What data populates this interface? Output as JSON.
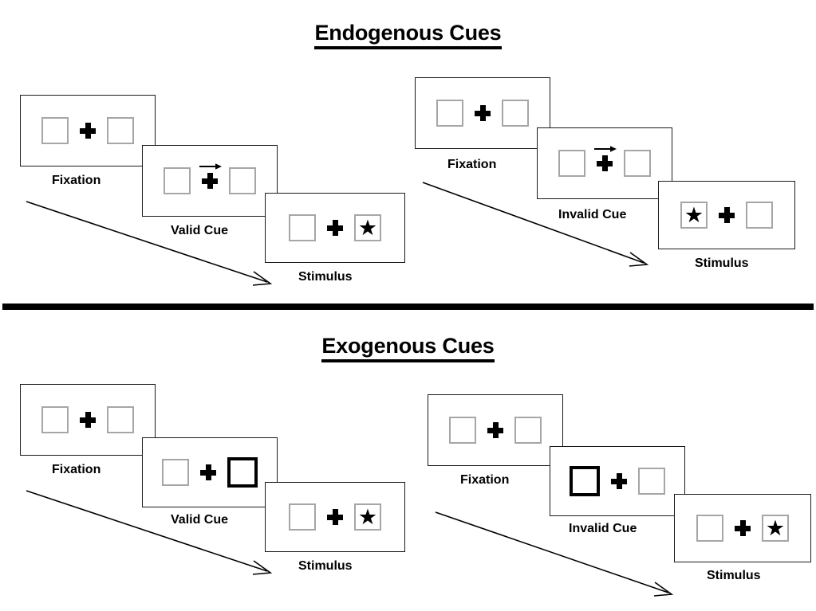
{
  "figure": {
    "background_color": "#ffffff",
    "ink_color": "#000000",
    "placeholder_border_color": "#a6a6a6",
    "cued_border_color": "#000000"
  },
  "sections": [
    {
      "id": "endogenous",
      "title": "Endogenous Cues",
      "conditions": [
        {
          "id": "endogenous-valid",
          "frames": [
            {
              "id": "endo-valid-fixation",
              "label": "Fixation",
              "left_box": {
                "state": "empty",
                "content": ""
              },
              "right_box": {
                "state": "empty",
                "content": ""
              },
              "center": "plus",
              "cue_arrow": "none"
            },
            {
              "id": "endo-valid-cue",
              "label": "Valid Cue",
              "left_box": {
                "state": "empty",
                "content": ""
              },
              "right_box": {
                "state": "empty",
                "content": ""
              },
              "center": "plus",
              "cue_arrow": "right"
            },
            {
              "id": "endo-valid-stimulus",
              "label": "Stimulus",
              "left_box": {
                "state": "empty",
                "content": ""
              },
              "right_box": {
                "state": "target",
                "content": "★"
              },
              "center": "plus",
              "cue_arrow": "none"
            }
          ]
        },
        {
          "id": "endogenous-invalid",
          "frames": [
            {
              "id": "endo-invalid-fixation",
              "label": "Fixation",
              "left_box": {
                "state": "empty",
                "content": ""
              },
              "right_box": {
                "state": "empty",
                "content": ""
              },
              "center": "plus",
              "cue_arrow": "none"
            },
            {
              "id": "endo-invalid-cue",
              "label": "Invalid Cue",
              "left_box": {
                "state": "empty",
                "content": ""
              },
              "right_box": {
                "state": "empty",
                "content": ""
              },
              "center": "plus",
              "cue_arrow": "right"
            },
            {
              "id": "endo-invalid-stimulus",
              "label": "Stimulus",
              "left_box": {
                "state": "target",
                "content": "★"
              },
              "right_box": {
                "state": "empty",
                "content": ""
              },
              "center": "plus",
              "cue_arrow": "none"
            }
          ]
        }
      ]
    },
    {
      "id": "exogenous",
      "title": "Exogenous Cues",
      "conditions": [
        {
          "id": "exogenous-valid",
          "frames": [
            {
              "id": "exo-valid-fixation",
              "label": "Fixation",
              "left_box": {
                "state": "empty",
                "content": ""
              },
              "right_box": {
                "state": "empty",
                "content": ""
              },
              "center": "plus",
              "cue_arrow": "none"
            },
            {
              "id": "exo-valid-cue",
              "label": "Valid Cue",
              "left_box": {
                "state": "empty",
                "content": ""
              },
              "right_box": {
                "state": "cued",
                "content": ""
              },
              "center": "plus",
              "cue_arrow": "none"
            },
            {
              "id": "exo-valid-stimulus",
              "label": "Stimulus",
              "left_box": {
                "state": "empty",
                "content": ""
              },
              "right_box": {
                "state": "target",
                "content": "★"
              },
              "center": "plus",
              "cue_arrow": "none"
            }
          ]
        },
        {
          "id": "exogenous-invalid",
          "frames": [
            {
              "id": "exo-invalid-fixation",
              "label": "Fixation",
              "left_box": {
                "state": "empty",
                "content": ""
              },
              "right_box": {
                "state": "empty",
                "content": ""
              },
              "center": "plus",
              "cue_arrow": "none"
            },
            {
              "id": "exo-invalid-cue",
              "label": "Invalid Cue",
              "left_box": {
                "state": "cued",
                "content": ""
              },
              "right_box": {
                "state": "empty",
                "content": ""
              },
              "center": "plus",
              "cue_arrow": "none"
            },
            {
              "id": "exo-invalid-stimulus",
              "label": "Stimulus",
              "left_box": {
                "state": "empty",
                "content": ""
              },
              "right_box": {
                "state": "target",
                "content": "★"
              },
              "center": "plus",
              "cue_arrow": "none"
            }
          ]
        }
      ]
    }
  ],
  "labels": {
    "endo_valid_fixation": "Fixation",
    "endo_valid_cue": "Valid Cue",
    "endo_valid_stimulus": "Stimulus",
    "endo_invalid_fixation": "Fixation",
    "endo_invalid_cue": "Invalid Cue",
    "endo_invalid_stimulus": "Stimulus",
    "exo_valid_fixation": "Fixation",
    "exo_valid_cue": "Valid Cue",
    "exo_valid_stimulus": "Stimulus",
    "exo_invalid_fixation": "Fixation",
    "exo_invalid_cue": "Invalid Cue",
    "exo_invalid_stimulus": "Stimulus"
  },
  "glyphs": {
    "star": "★"
  }
}
